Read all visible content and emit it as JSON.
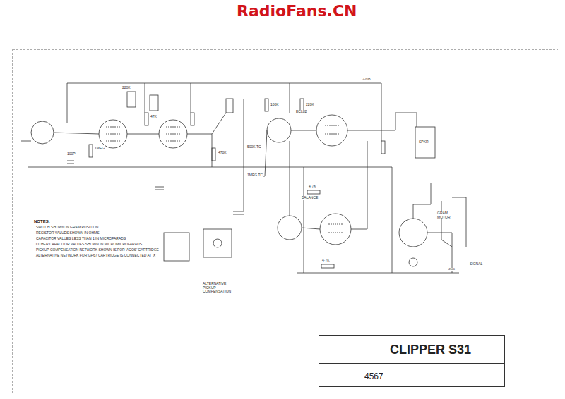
{
  "diagram": {
    "nodes": [
      {
        "text": [
          "CLIPPER S31",
          "4567"
        ]
      }
    ],
    "edges": [],
    "labels": [
      "RadioFans.CN",
      "NOTES:",
      "SWITCH SHOWN IN GRAM POSITION",
      "RESISTOR VALUES SHOWN IN OHMS",
      "CAPACITOR VALUES LESS THAN 1 IN MICROFARADS",
      "OTHER CAPACITOR VALUES SHOWN IN MICROMICROFARADS",
      "PICKUP COMPENSATION NETWORK SHOWN IS FOR 'ACOS' CARTRIDGE",
      "ALTERNATIVE NETWORK FOR GP67 CARTRIDGE IS CONNECTED AT 'X'",
      "ALTERNATIVE PICKUP COMPENSATION",
      "100P",
      "1MEG",
      "220K",
      "47K",
      "100K",
      "220K",
      "BALANCE",
      "470K",
      "1MEG TC",
      "500K TC",
      "ECL82",
      "SPKR",
      "GRAM MOTOR",
      "SIGNAL",
      "4·7K",
      "4·7K",
      "220B",
      "4506"
    ]
  }
}
